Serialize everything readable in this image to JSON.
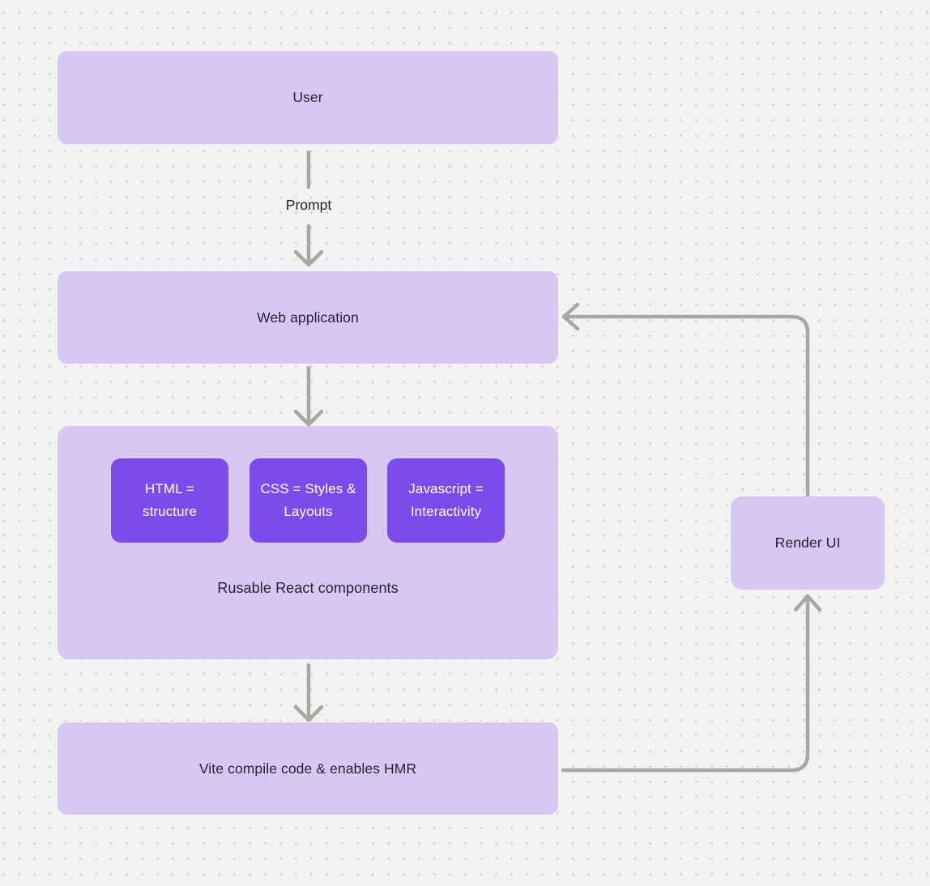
{
  "diagram": {
    "nodes": {
      "user": {
        "label": "User"
      },
      "web_application": {
        "label": "Web application"
      },
      "components_group": {
        "label": "Rusable React components",
        "children": [
          {
            "label": "HTML = structure"
          },
          {
            "label": "CSS = Styles & Layouts"
          },
          {
            "label": "Javascript = Interactivity"
          }
        ]
      },
      "vite": {
        "label": "Vite compile code & enables HMR"
      },
      "render_ui": {
        "label": "Render UI"
      }
    },
    "edges": {
      "prompt_label": "Prompt"
    },
    "colors": {
      "background": "#f3f2f1",
      "dot": "#c9c8c6",
      "node_fill": "#d7c8f3",
      "chip_fill": "#7c4bec",
      "chip_text": "#ffffff",
      "node_text": "#272233",
      "arrow": "#a9a7a4"
    }
  }
}
